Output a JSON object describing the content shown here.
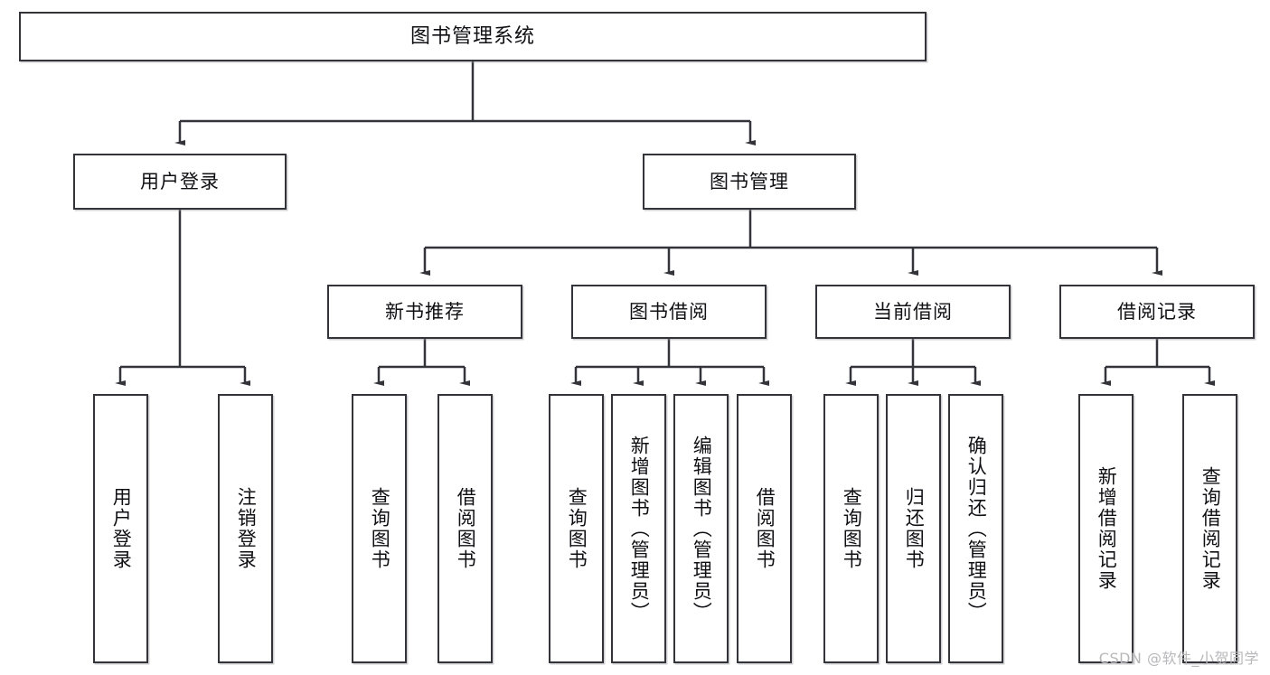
{
  "diagram": {
    "type": "tree-hierarchy",
    "title": "图书管理系统",
    "watermark": "CSDN @软件_小贺同学",
    "line_color": "#33333a",
    "box_fill": "#ffffff",
    "text_color": "#101014",
    "nodes": {
      "root": {
        "label": "图书管理系统"
      },
      "level2": [
        {
          "id": "user-login",
          "label": "用户登录"
        },
        {
          "id": "book-manage",
          "label": "图书管理"
        }
      ],
      "level3": [
        {
          "id": "new-book-recommend",
          "label": "新书推荐"
        },
        {
          "id": "book-borrow",
          "label": "图书借阅"
        },
        {
          "id": "current-borrow",
          "label": "当前借阅"
        },
        {
          "id": "borrow-record",
          "label": "借阅记录"
        }
      ],
      "leaves": {
        "user-login": [
          {
            "id": "leaf-user-login",
            "label": "用户登录"
          },
          {
            "id": "leaf-user-logout",
            "label": "注销登录"
          }
        ],
        "new-book-recommend": [
          {
            "id": "leaf-query-book-1",
            "label": "查询图书"
          },
          {
            "id": "leaf-borrow-book-1",
            "label": "借阅图书"
          }
        ],
        "book-borrow": [
          {
            "id": "leaf-query-book-2",
            "label": "查询图书"
          },
          {
            "id": "leaf-add-book",
            "label": "新增图书（管理员）"
          },
          {
            "id": "leaf-edit-book",
            "label": "编辑图书（管理员）"
          },
          {
            "id": "leaf-borrow-book-2",
            "label": "借阅图书"
          }
        ],
        "current-borrow": [
          {
            "id": "leaf-query-book-3",
            "label": "查询图书"
          },
          {
            "id": "leaf-return-book",
            "label": "归还图书"
          },
          {
            "id": "leaf-confirm-return",
            "label": "确认归还（管理员）"
          }
        ],
        "borrow-record": [
          {
            "id": "leaf-add-record",
            "label": "新增借阅记录"
          },
          {
            "id": "leaf-query-record",
            "label": "查询借阅记录"
          }
        ]
      }
    }
  }
}
